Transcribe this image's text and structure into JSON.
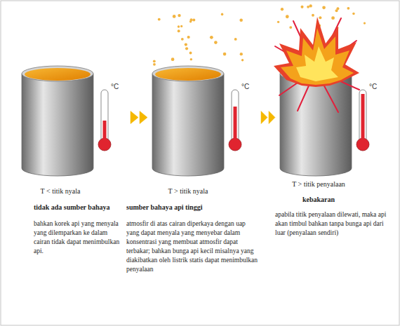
{
  "diagram": {
    "nodes": [
      {
        "text": [
          "T < titik nyala",
          "tidak ada sumber bahaya",
          "bahkan korek api yang menyala yang dilemparkan ke dalam cairan tidak dapat menimbulkan api."
        ]
      },
      {
        "text": [
          "T > titik nyala",
          "sumber bahaya api tinggi",
          "atmosfir di atas cairan diperkaya dengan uap yang dapat menyala yang menyebar dalam konsentrasi yang membuat atmosfir dapat terbakar; bahkan bunga api kecil misalnya yang diakibatkan oleh listrik statis dapat menimbulkan penyalaan"
        ]
      },
      {
        "text": [
          "T > titik penyalaan",
          "kebakaran",
          "apabila titik penyalaan dilewati, maka api akan timbul bahkan tanpa bunga api dari luar (penyalaan sendiri)"
        ]
      }
    ],
    "edges": [
      {
        "from": 0,
        "to": 1,
        "arrow": "to"
      },
      {
        "from": 1,
        "to": 2,
        "arrow": "to"
      }
    ],
    "labels": [
      "°C",
      "°C",
      "°C"
    ]
  }
}
